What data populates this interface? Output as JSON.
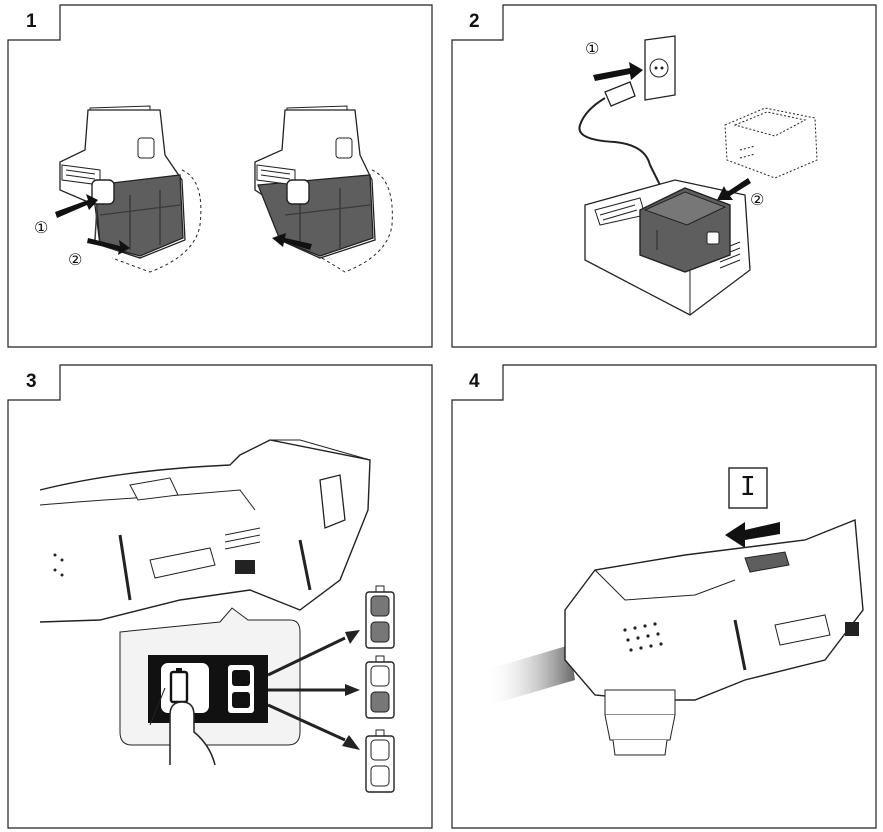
{
  "panels": [
    {
      "number": "1",
      "steps": [
        "①",
        "②"
      ]
    },
    {
      "number": "2",
      "steps": [
        "①",
        "②"
      ]
    },
    {
      "number": "3"
    },
    {
      "number": "4",
      "switch_label": "I"
    }
  ],
  "colors": {
    "line": "#1a1a1a",
    "battery_body": "#5e5e5e",
    "battery_dark": "#3a3a3a",
    "led_on": "#777777",
    "indicator_panel": "#111111",
    "inset_bg": "#f3f3f3"
  },
  "icons": [
    "battery-icon",
    "arrow-icon",
    "plug-icon",
    "socket-icon",
    "finger-icon",
    "light-beam-icon"
  ]
}
